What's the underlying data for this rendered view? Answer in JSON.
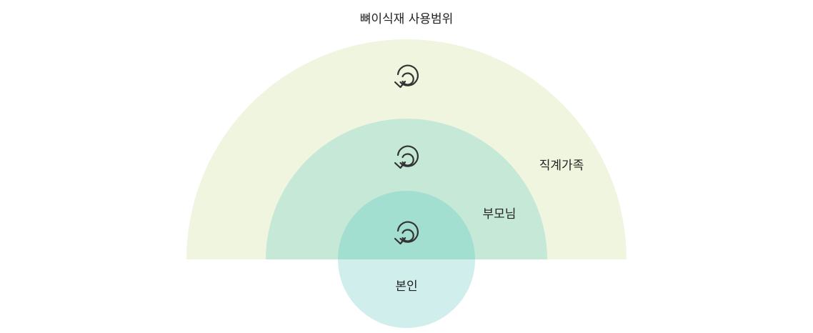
{
  "title": "뼈이식재 사용범위",
  "zones": [
    {
      "id": "outer",
      "label": "직계가족",
      "color": "#f0f5df",
      "icon": "reuse-cycle-icon"
    },
    {
      "id": "middle",
      "label": "부모님",
      "color": "#c6e8d7",
      "icon": "reuse-cycle-icon"
    },
    {
      "id": "inner",
      "label": "",
      "color": "#a3dfd0",
      "icon": "reuse-cycle-icon"
    }
  ],
  "self": {
    "label": "본인",
    "color": "#cfeeec"
  }
}
